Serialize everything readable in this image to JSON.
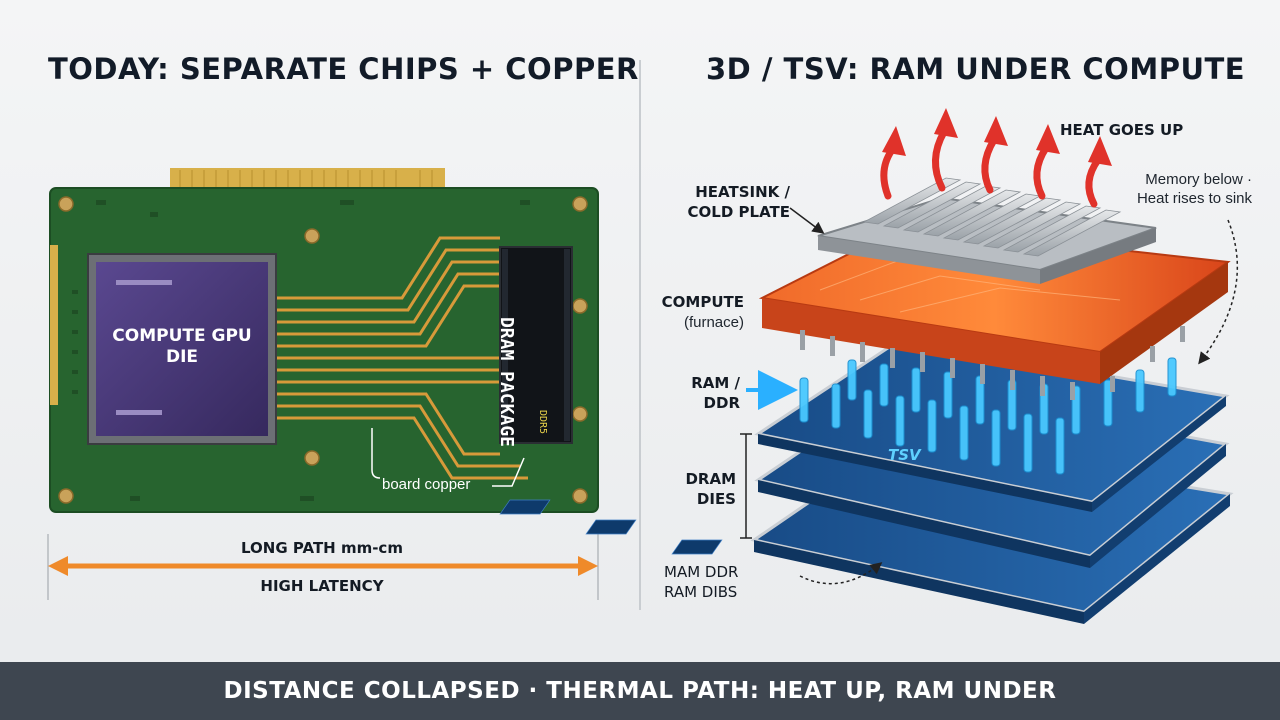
{
  "left": {
    "title": "TODAY: SEPARATE CHIPS + COPPER",
    "gpu_label": "COMPUTE GPU DIE",
    "dram_label": "DRAM PACKAGE",
    "ddr5_label": "DDR5",
    "copper_label": "board copper",
    "path_label": "LONG PATH mm-cm",
    "latency_label": "HIGH LATENCY"
  },
  "right": {
    "title": "3D / TSV: RAM UNDER COMPUTE",
    "heat_label": "HEAT GOES UP",
    "heatsink_label": "HEATSINK / COLD PLATE",
    "memory_note": "Memory below · Heat rises to sink",
    "compute_label": "COMPUTE",
    "compute_sub": "(furnace)",
    "ram_label": "RAM / DDR",
    "tsv_label": "TSV",
    "dram_dies_label": "DRAM DIES",
    "bottom_label_1": "MAM DDR",
    "bottom_label_2": "RAM DIBS"
  },
  "footer": "DISTANCE COLLAPSED · THERMAL PATH: HEAT UP, RAM UNDER",
  "colors": {
    "pcb": "#27642f",
    "gpu": "#4c3b7a",
    "copper": "#d79a3a",
    "orange_arrow": "#ef8a2a",
    "compute_layer": "#e2531c",
    "dram_layer": "#1f5a9c",
    "heat_arrow": "#e0322a",
    "tsv_glow": "#49c8ff",
    "footer_bg": "#3e4650"
  }
}
